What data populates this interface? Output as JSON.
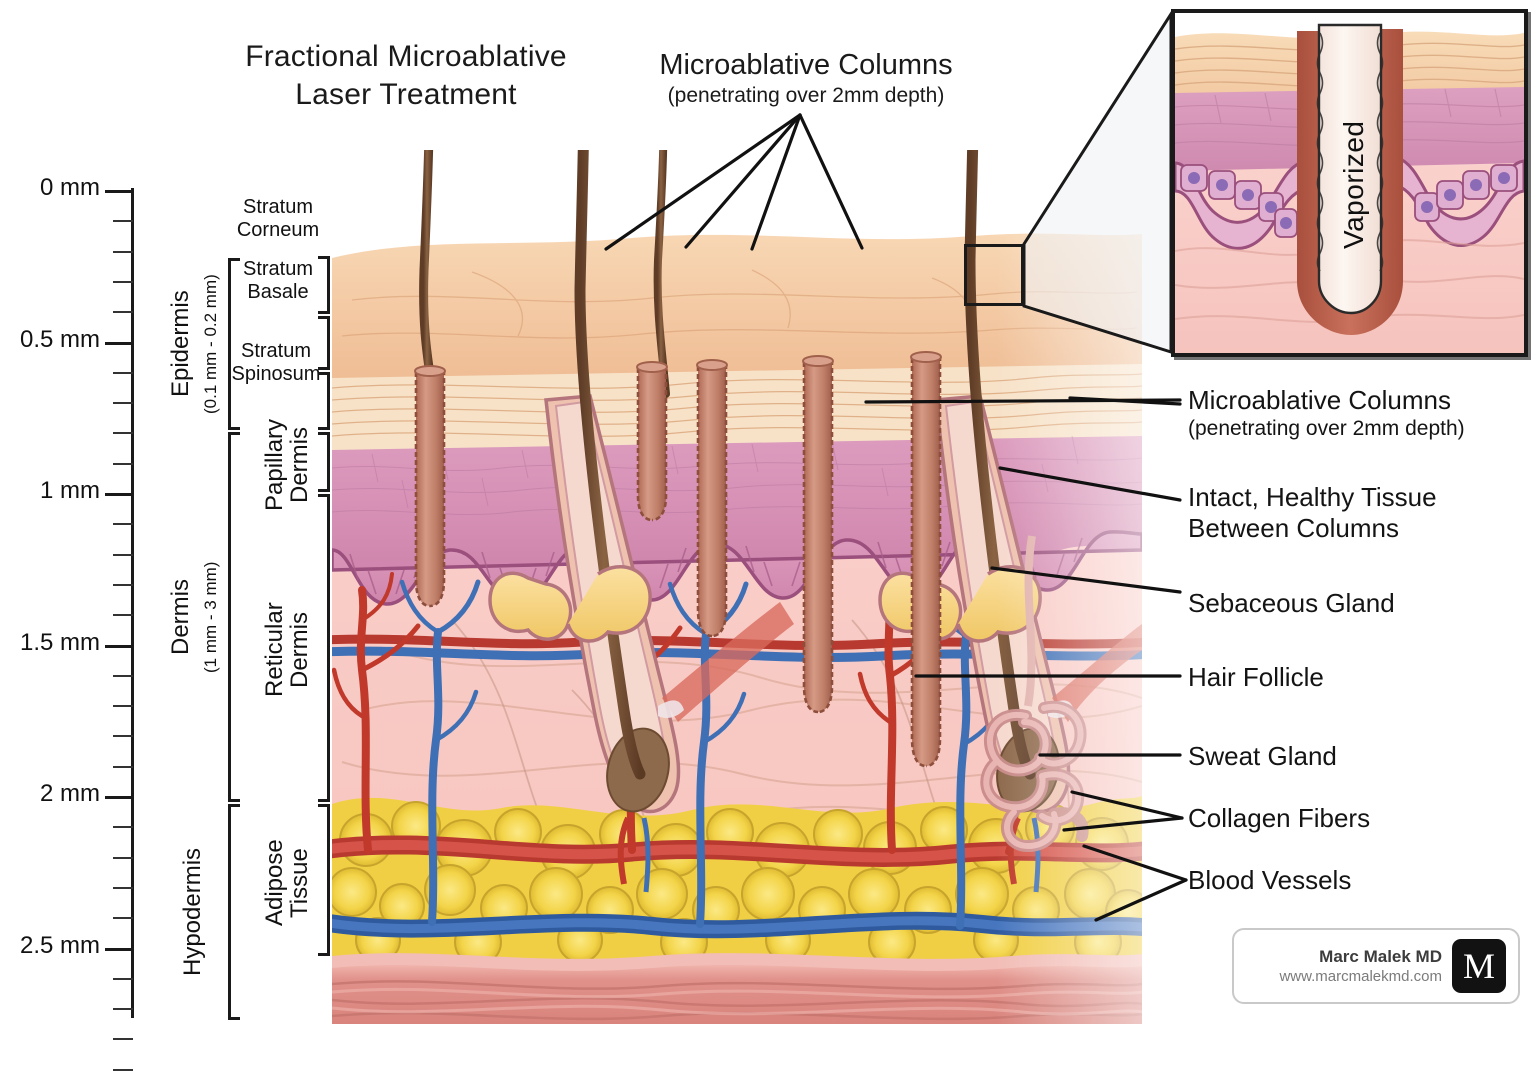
{
  "title": {
    "line1": "Fractional Microablative",
    "line2": "Laser Treatment"
  },
  "top_callout": {
    "title": "Microablative Columns",
    "subtitle": "(penetrating over 2mm depth)"
  },
  "ruler": {
    "unit": "mm",
    "major_ticks": [
      {
        "label": "0 mm",
        "value": 0
      },
      {
        "label": "0.5 mm",
        "value": 0.5
      },
      {
        "label": "1 mm",
        "value": 1.0
      },
      {
        "label": "1.5 mm",
        "value": 1.5
      },
      {
        "label": "2 mm",
        "value": 2.0
      },
      {
        "label": "2.5 mm",
        "value": 2.5
      }
    ],
    "minor_tick_step": 0.1,
    "range": [
      0,
      2.9
    ]
  },
  "layer_groups": [
    {
      "name": "Epidermis",
      "range_note": "(0.1 mm - 0.2 mm)"
    },
    {
      "name": "Dermis",
      "range_note": "(1 mm - 3 mm)"
    },
    {
      "name": "Hypodermis",
      "range_note": ""
    }
  ],
  "sublayers": [
    {
      "name_line1": "Stratum",
      "name_line2": "Corneum"
    },
    {
      "name_line1": "Stratum",
      "name_line2": "Basale"
    },
    {
      "name_line1": "Stratum",
      "name_line2": "Spinosum"
    },
    {
      "name_line1": "Papillary",
      "name_line2": "Dermis"
    },
    {
      "name_line1": "Reticular",
      "name_line2": "Dermis"
    },
    {
      "name_line1": "Adipose",
      "name_line2": "Tissue"
    }
  ],
  "right_labels": [
    {
      "title": "Microablative Columns",
      "subtitle": "(penetrating over 2mm depth)"
    },
    {
      "title": "Intact, Healthy Tissue",
      "subtitle": "Between Columns"
    },
    {
      "title": "Sebaceous Gland",
      "subtitle": ""
    },
    {
      "title": "Hair Follicle",
      "subtitle": ""
    },
    {
      "title": "Sweat Gland",
      "subtitle": ""
    },
    {
      "title": "Collagen Fibers",
      "subtitle": ""
    },
    {
      "title": "Blood Vessels",
      "subtitle": ""
    }
  ],
  "inset": {
    "label": "Vaporized"
  },
  "watermark": {
    "name": "Marc Malek MD",
    "url": "www.marcmalekmd.com",
    "logo_letter": "M"
  },
  "colors": {
    "stratum_corneum": "#f3c8a0",
    "stratum_corneum_lines": "#f7e2cc",
    "epidermis_pink": "#d894b8",
    "epidermis_light": "#e3aecb",
    "basal_outline": "#9a4f7c",
    "dermis": "#f7c6c1",
    "adipose": "#f5d84e",
    "adipose_outline": "#c9a52c",
    "artery": "#c0392b",
    "vein": "#3f6fb5",
    "hair": "#7a5338",
    "column_wall": "#c07a63",
    "muscle": "#de8d85",
    "sebaceous": "#f5cf6a",
    "ink": "#1a1a1a"
  }
}
